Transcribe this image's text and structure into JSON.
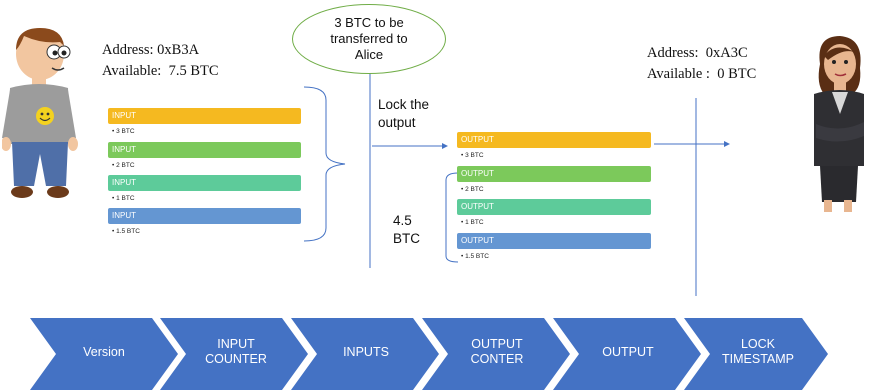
{
  "sender": {
    "address": "Address: 0xB3A",
    "available": "Available:  7.5 BTC"
  },
  "receiver": {
    "address": "Address:  0xA3C",
    "available": "Available :  0 BTC"
  },
  "callout": "3 BTC to be transferred to Alice",
  "lock_label": "Lock the output",
  "change_label": "4.5 BTC",
  "inputs": [
    {
      "label": "INPUT",
      "amount": "3 BTC",
      "color": "#F5B920"
    },
    {
      "label": "INPUT",
      "amount": "2 BTC",
      "color": "#7CC95B"
    },
    {
      "label": "INPUT",
      "amount": "1 BTC",
      "color": "#5DCB9A"
    },
    {
      "label": "INPUT",
      "amount": "1.5 BTC",
      "color": "#6496D2"
    }
  ],
  "outputs": [
    {
      "label": "OUTPUT",
      "amount": "3 BTC",
      "color": "#F5B920"
    },
    {
      "label": "OUTPUT",
      "amount": "2 BTC",
      "color": "#7CC95B"
    },
    {
      "label": "OUTPUT",
      "amount": "1 BTC",
      "color": "#5DCB9A"
    },
    {
      "label": "OUTPUT",
      "amount": "1.5 BTC",
      "color": "#6496D2"
    }
  ],
  "pipeline": [
    {
      "label": "Version"
    },
    {
      "label": "INPUT COUNTER"
    },
    {
      "label": "INPUTS"
    },
    {
      "label": "OUTPUT CONTER"
    },
    {
      "label": "OUTPUT"
    },
    {
      "label": "LOCK TIMESTAMP"
    }
  ],
  "colors": {
    "chevron": "#4472C4",
    "line": "#4472C4",
    "callout_border": "#70AD47"
  }
}
